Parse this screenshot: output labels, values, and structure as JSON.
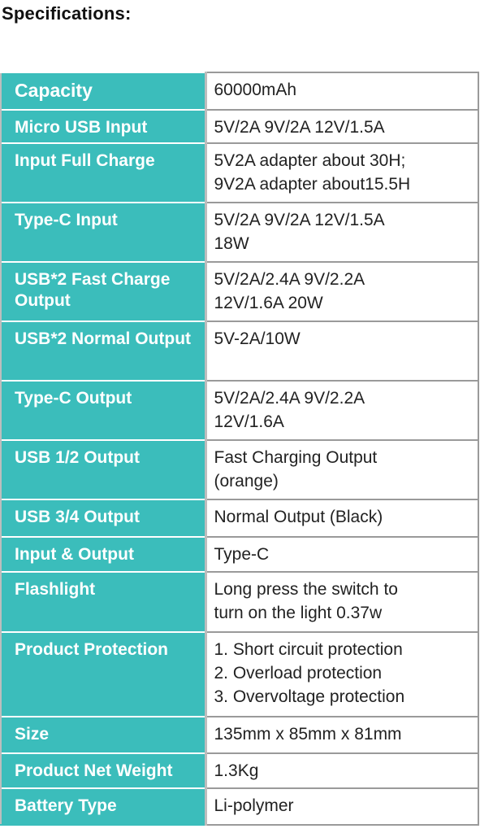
{
  "title": "Specifications:",
  "specs": [
    {
      "label": "Capacity",
      "value": "60000mAh"
    },
    {
      "label": "Micro USB Input",
      "value": "5V/2A 9V/2A 12V/1.5A"
    },
    {
      "label": "Input Full Charge",
      "value": "5V2A adapter about 30H;\n9V2A adapter about15.5H"
    },
    {
      "label": "Type-C Input",
      "value": "5V/2A 9V/2A 12V/1.5A\n18W"
    },
    {
      "label": "USB*2 Fast Charge Output",
      "value": "5V/2A/2.4A 9V/2.2A\n12V/1.6A 20W"
    },
    {
      "label": "USB*2 Normal Output",
      "value": "5V-2A/10W"
    },
    {
      "label": "Type-C Output",
      "value": "5V/2A/2.4A 9V/2.2A\n12V/1.6A"
    },
    {
      "label": "USB 1/2 Output",
      "value": "Fast Charging Output\n(orange)"
    },
    {
      "label": "USB 3/4 Output",
      "value": "Normal Output (Black)"
    },
    {
      "label": "Input & Output",
      "value": "Type-C"
    },
    {
      "label": "Flashlight",
      "value": "Long press the switch to\nturn on the light 0.37w"
    },
    {
      "label": "Product Protection",
      "value": "1. Short circuit protection\n2. Overload protection\n3. Overvoltage protection"
    },
    {
      "label": "Size",
      "value": "135mm x 85mm x 81mm"
    },
    {
      "label": "Product Net Weight",
      "value": "1.3Kg"
    },
    {
      "label": "Battery Type",
      "value": "Li-polymer"
    }
  ]
}
